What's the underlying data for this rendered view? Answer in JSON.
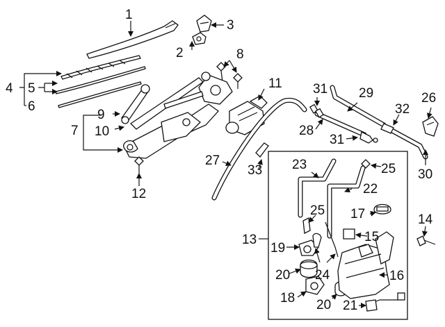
{
  "callouts": {
    "c1": "1",
    "c2": "2",
    "c3": "3",
    "c4": "4",
    "c5": "5",
    "c6": "6",
    "c7": "7",
    "c8": "8",
    "c9": "9",
    "c10": "10",
    "c11": "11",
    "c12": "12",
    "c13": "13",
    "c14": "14",
    "c15": "15",
    "c16": "16",
    "c17": "17",
    "c18": "18",
    "c19": "19",
    "c20a": "20",
    "c20b": "20",
    "c21": "21",
    "c22": "22",
    "c23": "23",
    "c24": "24",
    "c25a": "25",
    "c25b": "25",
    "c26": "26",
    "c27": "27",
    "c28": "28",
    "c29": "29",
    "c30": "30",
    "c31a": "31",
    "c31b": "31",
    "c32": "32",
    "c33": "33"
  },
  "colors": {
    "line": "#111111",
    "fill": "#ffffff",
    "shade": "#d9d9d9"
  }
}
